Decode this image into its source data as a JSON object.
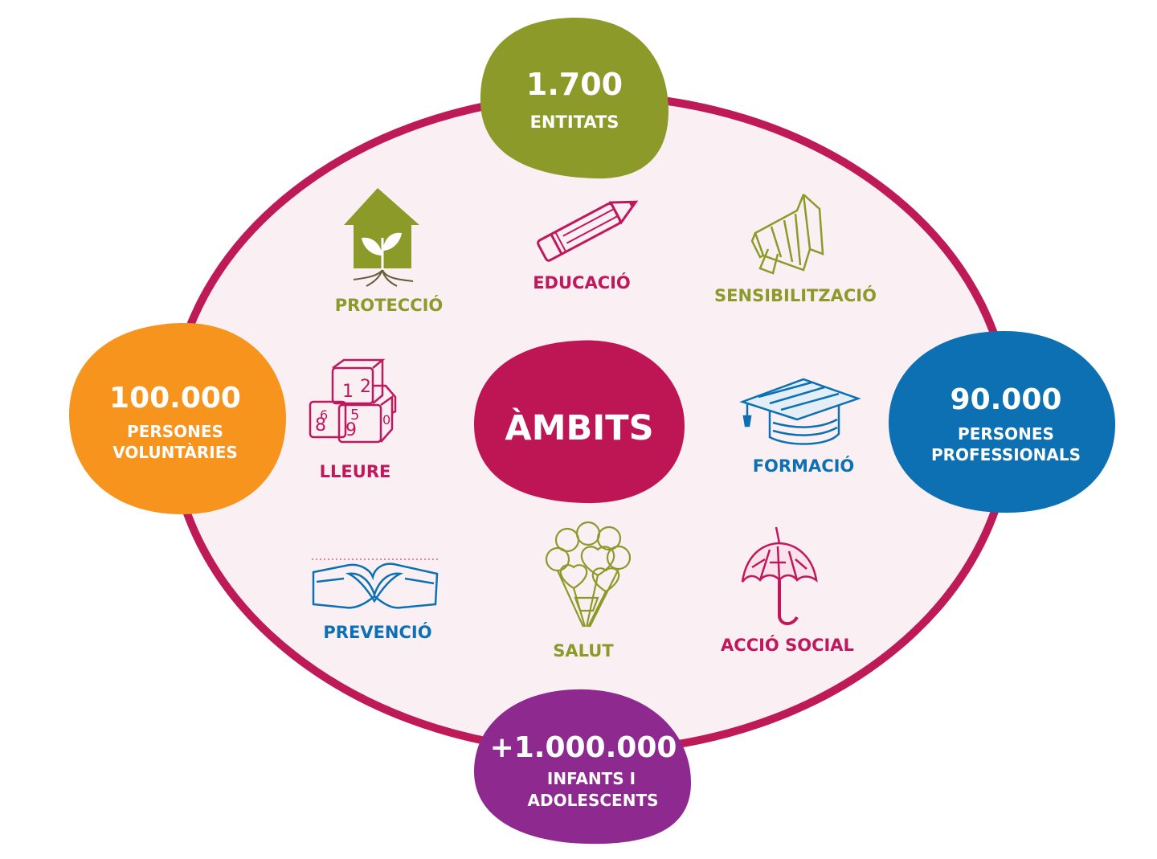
{
  "colors": {
    "ring": "#bf1a58",
    "ring_fill": "#faf0f3",
    "center": "#be1555",
    "olive": "#8c9a2a",
    "orange": "#f7941d",
    "blue": "#0c70b3",
    "purple": "#8e2a8f",
    "pink": "#c1175c"
  },
  "center": {
    "label": "ÀMBITS"
  },
  "stats": {
    "entitats": {
      "value": "1.700",
      "label_line1": "ENTITATS"
    },
    "voluntaries": {
      "value": "100.000",
      "label_line1": "PERSONES",
      "label_line2": "VOLUNTÀRIES"
    },
    "professionals": {
      "value": "90.000",
      "label_line1": "PERSONES",
      "label_line2": "PROFESSIONALS"
    },
    "infants": {
      "value": "+1.000.000",
      "label_line1": "INFANTS I",
      "label_line2": "ADOLESCENTS"
    }
  },
  "areas": {
    "proteccio": {
      "label": "PROTECCIÓ",
      "icon": "house-plant-icon"
    },
    "educacio": {
      "label": "EDUCACIÓ",
      "icon": "pencil-icon"
    },
    "sensibilitzacio": {
      "label": "SENSIBILITZACIÓ",
      "icon": "megaphone-icon"
    },
    "lleure": {
      "label": "LLEURE",
      "icon": "number-blocks-icon"
    },
    "formacio": {
      "label": "FORMACIÓ",
      "icon": "graduation-cap-icon"
    },
    "prevencio": {
      "label": "PREVENCIÓ",
      "icon": "heart-hands-icon"
    },
    "salut": {
      "label": "SALUT",
      "icon": "heart-balloons-icon"
    },
    "accio_social": {
      "label": "ACCIÓ SOCIAL",
      "icon": "umbrella-icon"
    }
  }
}
